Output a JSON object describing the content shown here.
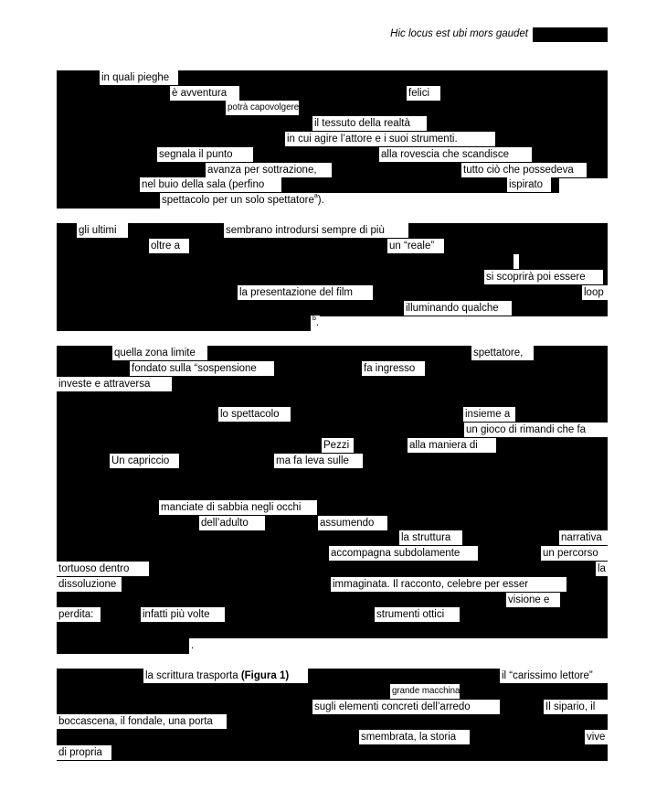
{
  "header": {
    "title": "Hic locus est ubi mors gaudet"
  },
  "paragraphs": [
    {
      "lines": [
        [
          "in quali pieghe"
        ],
        [
          "è avventura",
          "felici"
        ],
        [
          "potrà capovolgere"
        ],
        [
          "il tessuto della realtà"
        ],
        [
          "in cui agire l’attore e i suoi strumenti."
        ],
        [
          "segnala il punto",
          "alla rovescia che scandisce"
        ],
        [
          "avanza per sottrazione,",
          "tutto ciò che possedeva"
        ],
        [
          "nel buio della sala (perfino",
          "ispirato"
        ],
        [
          {
            "t": "spettacolo per un solo spettatore",
            "sup": "a",
            "tail": ")."
          }
        ]
      ]
    },
    {
      "lines": [
        [
          "gli ultimi",
          "sembrano introdursi sempre di più"
        ],
        [
          "oltre a",
          "un “reale”"
        ],
        [],
        [
          "si scoprirà poi essere"
        ],
        [
          "la presentazione del film",
          "loop"
        ],
        [
          "illuminando qualche"
        ],
        [
          {
            "t": "",
            "sup": "b",
            "tail": "."
          }
        ]
      ]
    },
    {
      "lines": [
        [
          "quella zona limite",
          "spettatore,"
        ],
        [
          "fondato sulla “sospensione",
          "fa ingresso"
        ],
        [
          "investe  e  attraversa"
        ],
        [],
        [
          "lo spettacolo",
          "insieme a"
        ],
        [
          "un  gioco  di  rimandi  che  fa"
        ],
        [
          "Pezzi",
          "alla maniera di"
        ],
        [
          "Un capriccio",
          "ma fa leva sulle"
        ],
        [],
        [],
        [
          "manciate di sabbia negli occhi"
        ],
        [
          "dell’adulto",
          "assumendo"
        ],
        [
          "la struttura",
          "narrativa"
        ],
        [
          "accompagna  subdolamente",
          "un  percorso"
        ],
        [
          "tortuoso  dentro",
          "la"
        ],
        [
          "dissoluzione",
          "immaginata. Il racconto, celebre per esser"
        ],
        [
          "visione  e"
        ],
        [
          "perdita:",
          "infatti più volte",
          "strumenti ottici"
        ],
        [],
        [
          {
            "t": "",
            "tail": "."
          }
        ]
      ]
    },
    {
      "lines": [
        [
          {
            "t": "la scrittura trasporta ",
            "bold": "(Figura 1)"
          },
          "il “carissimo lettore”"
        ],
        [
          "grande  macchina"
        ],
        [
          "sugli  elementi  concreti  dell’arredo",
          "Il  sipario,  il"
        ],
        [
          "boccascena, il fondale, una porta"
        ],
        [
          "smembrata, la storia",
          "vive"
        ],
        [
          "di propria"
        ]
      ]
    }
  ]
}
